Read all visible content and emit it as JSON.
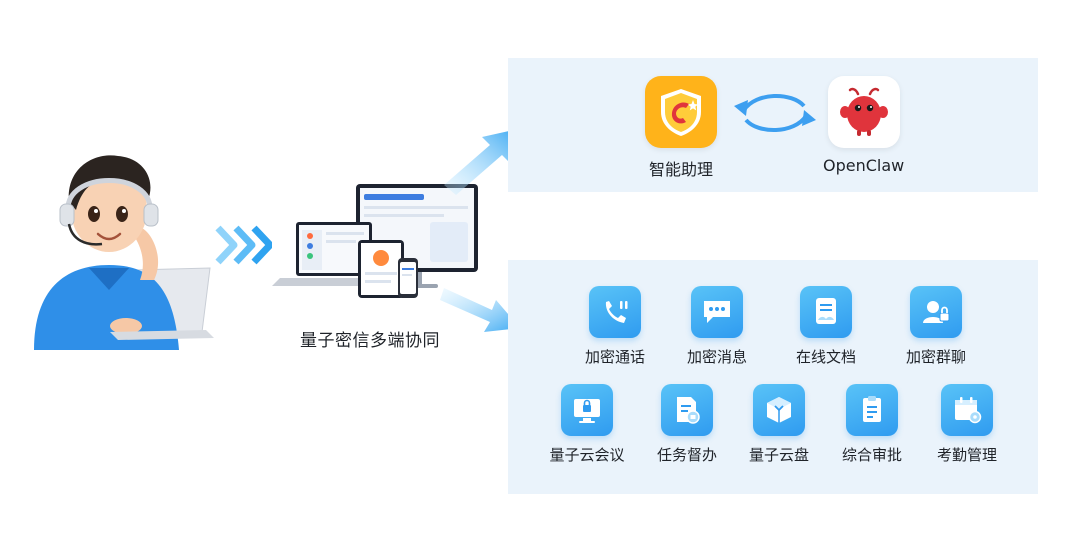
{
  "center": {
    "caption": "量子密信多端协同"
  },
  "top_panel": {
    "apps": [
      {
        "label": "智能助理",
        "icon": "assistant-shield-icon",
        "color": "#ffb31a"
      },
      {
        "label": "OpenClaw",
        "icon": "openclaw-lobster-icon",
        "color": "#e0343c"
      }
    ]
  },
  "features": [
    {
      "label": "加密通话",
      "icon": "phone-icon"
    },
    {
      "label": "加密消息",
      "icon": "message-icon"
    },
    {
      "label": "在线文档",
      "icon": "document-icon"
    },
    {
      "label": "加密群聊",
      "icon": "group-chat-icon"
    },
    {
      "label": "量子云会议",
      "icon": "meeting-icon"
    },
    {
      "label": "任务督办",
      "icon": "task-icon"
    },
    {
      "label": "量子云盘",
      "icon": "cloud-disk-icon"
    },
    {
      "label": "综合审批",
      "icon": "approval-icon"
    },
    {
      "label": "考勤管理",
      "icon": "attendance-icon"
    }
  ],
  "colors": {
    "panel_bg": "#eaf3fb",
    "feature_blue": "#2f9bf0",
    "arrow_blue": "#4fb8f5"
  }
}
